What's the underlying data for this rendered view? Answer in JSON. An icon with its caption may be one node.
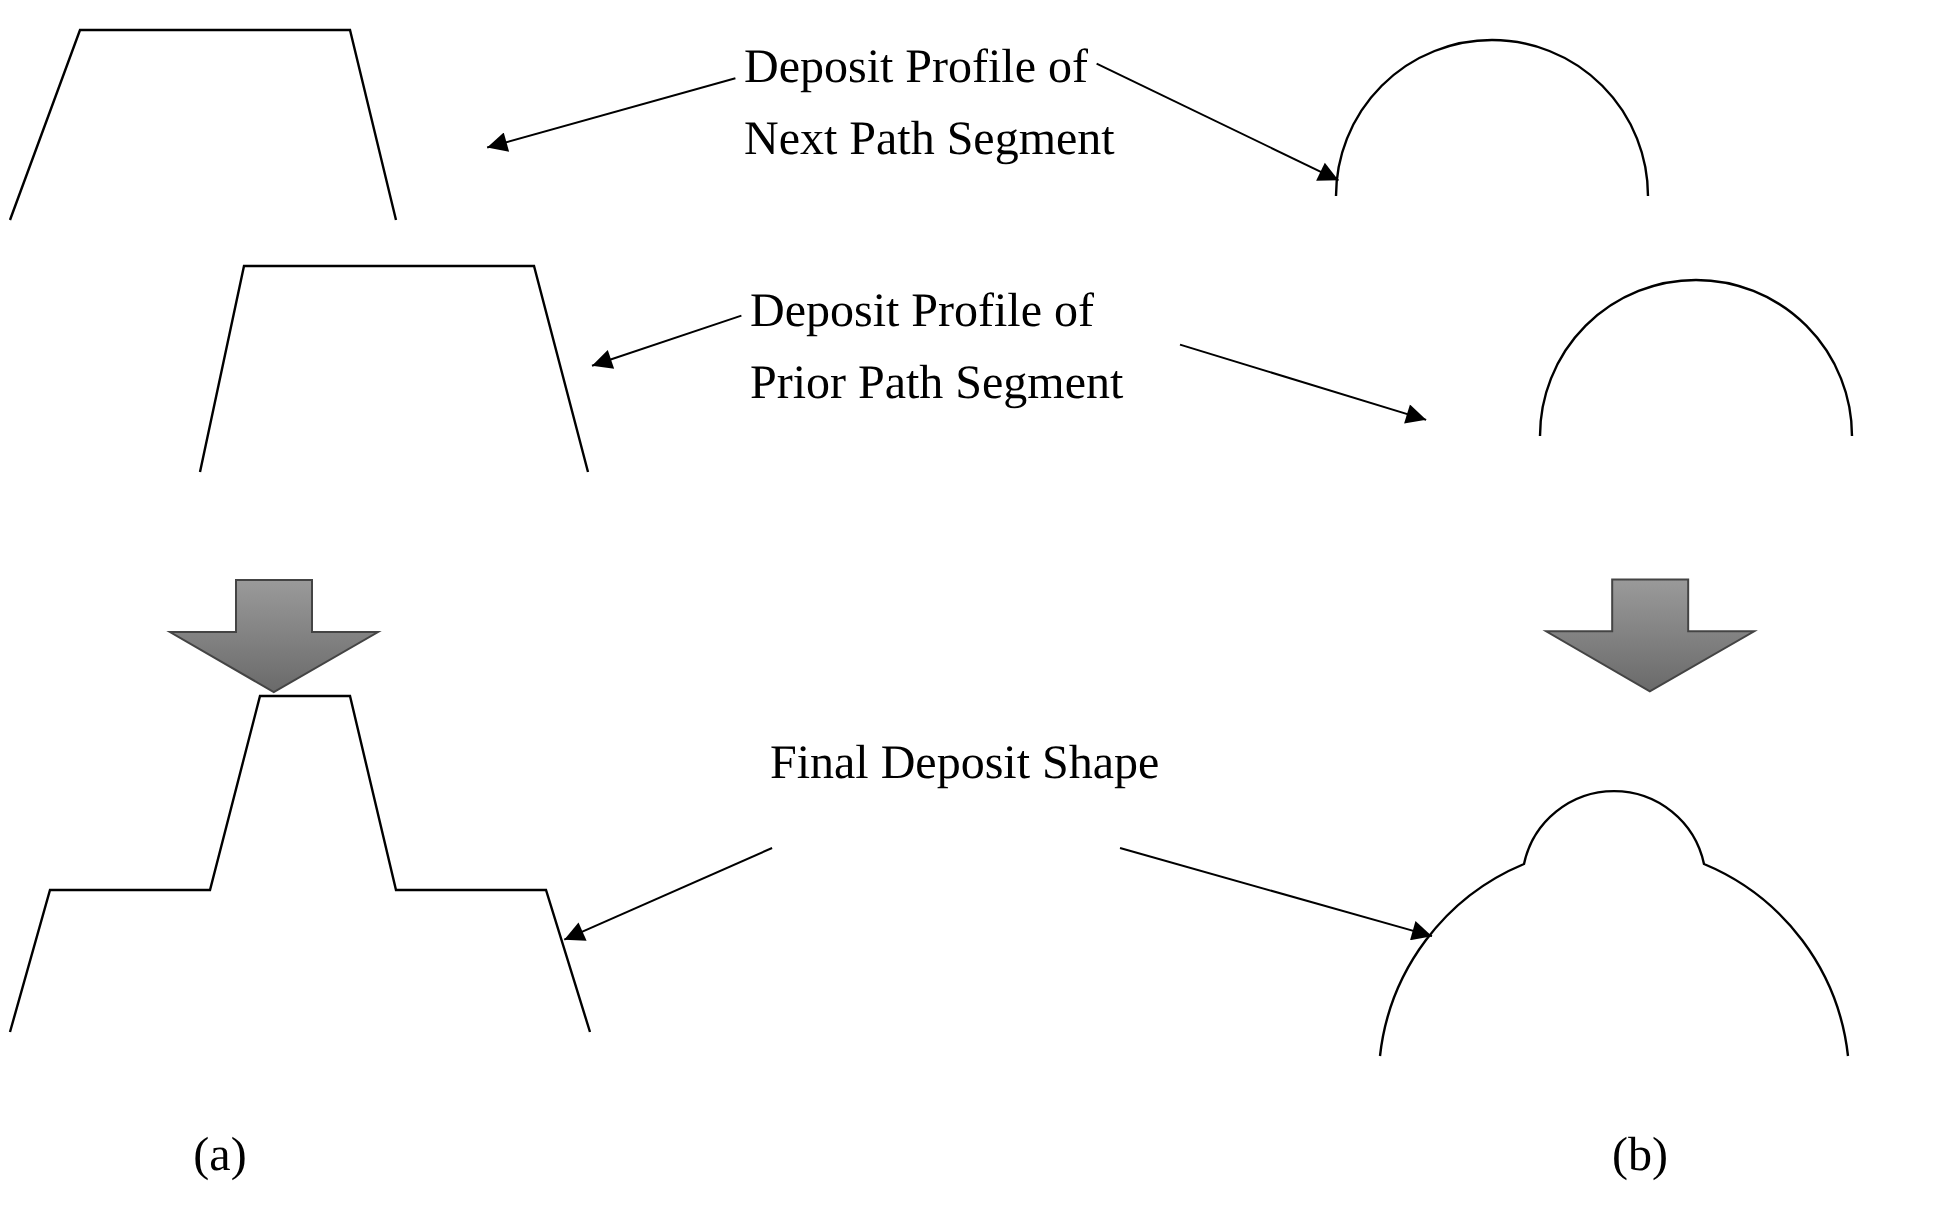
{
  "diagram": {
    "nodes": [
      {
        "text": [],
        "shape": "trapezoid"
      },
      {
        "text": [
          "Deposit Profile of Next Path Segment"
        ]
      },
      {
        "text": [],
        "shape": "arc"
      },
      {
        "text": [],
        "shape": "trapezoid"
      },
      {
        "text": [
          "Deposit Profile of Prior Path Segment"
        ]
      },
      {
        "text": [],
        "shape": "arc"
      },
      {
        "text": [],
        "shape": "steps"
      },
      {
        "text": [
          "Final Deposit Shape"
        ]
      },
      {
        "text": [],
        "shape": "arcs"
      }
    ],
    "edges": [
      {
        "from": 1,
        "to": 0,
        "arrow": "to"
      },
      {
        "from": 1,
        "to": 2,
        "arrow": "to"
      },
      {
        "from": 4,
        "to": 3,
        "arrow": "to"
      },
      {
        "from": 4,
        "to": 5,
        "arrow": "to"
      },
      {
        "from": 3,
        "to": 6,
        "arrow": "to",
        "style": "thick"
      },
      {
        "from": 5,
        "to": 8,
        "arrow": "to",
        "style": "thick"
      },
      {
        "from": 7,
        "to": 6,
        "arrow": "to"
      },
      {
        "from": 7,
        "to": 8,
        "arrow": "to"
      }
    ],
    "labels": [
      "(a)",
      "(b)"
    ]
  }
}
